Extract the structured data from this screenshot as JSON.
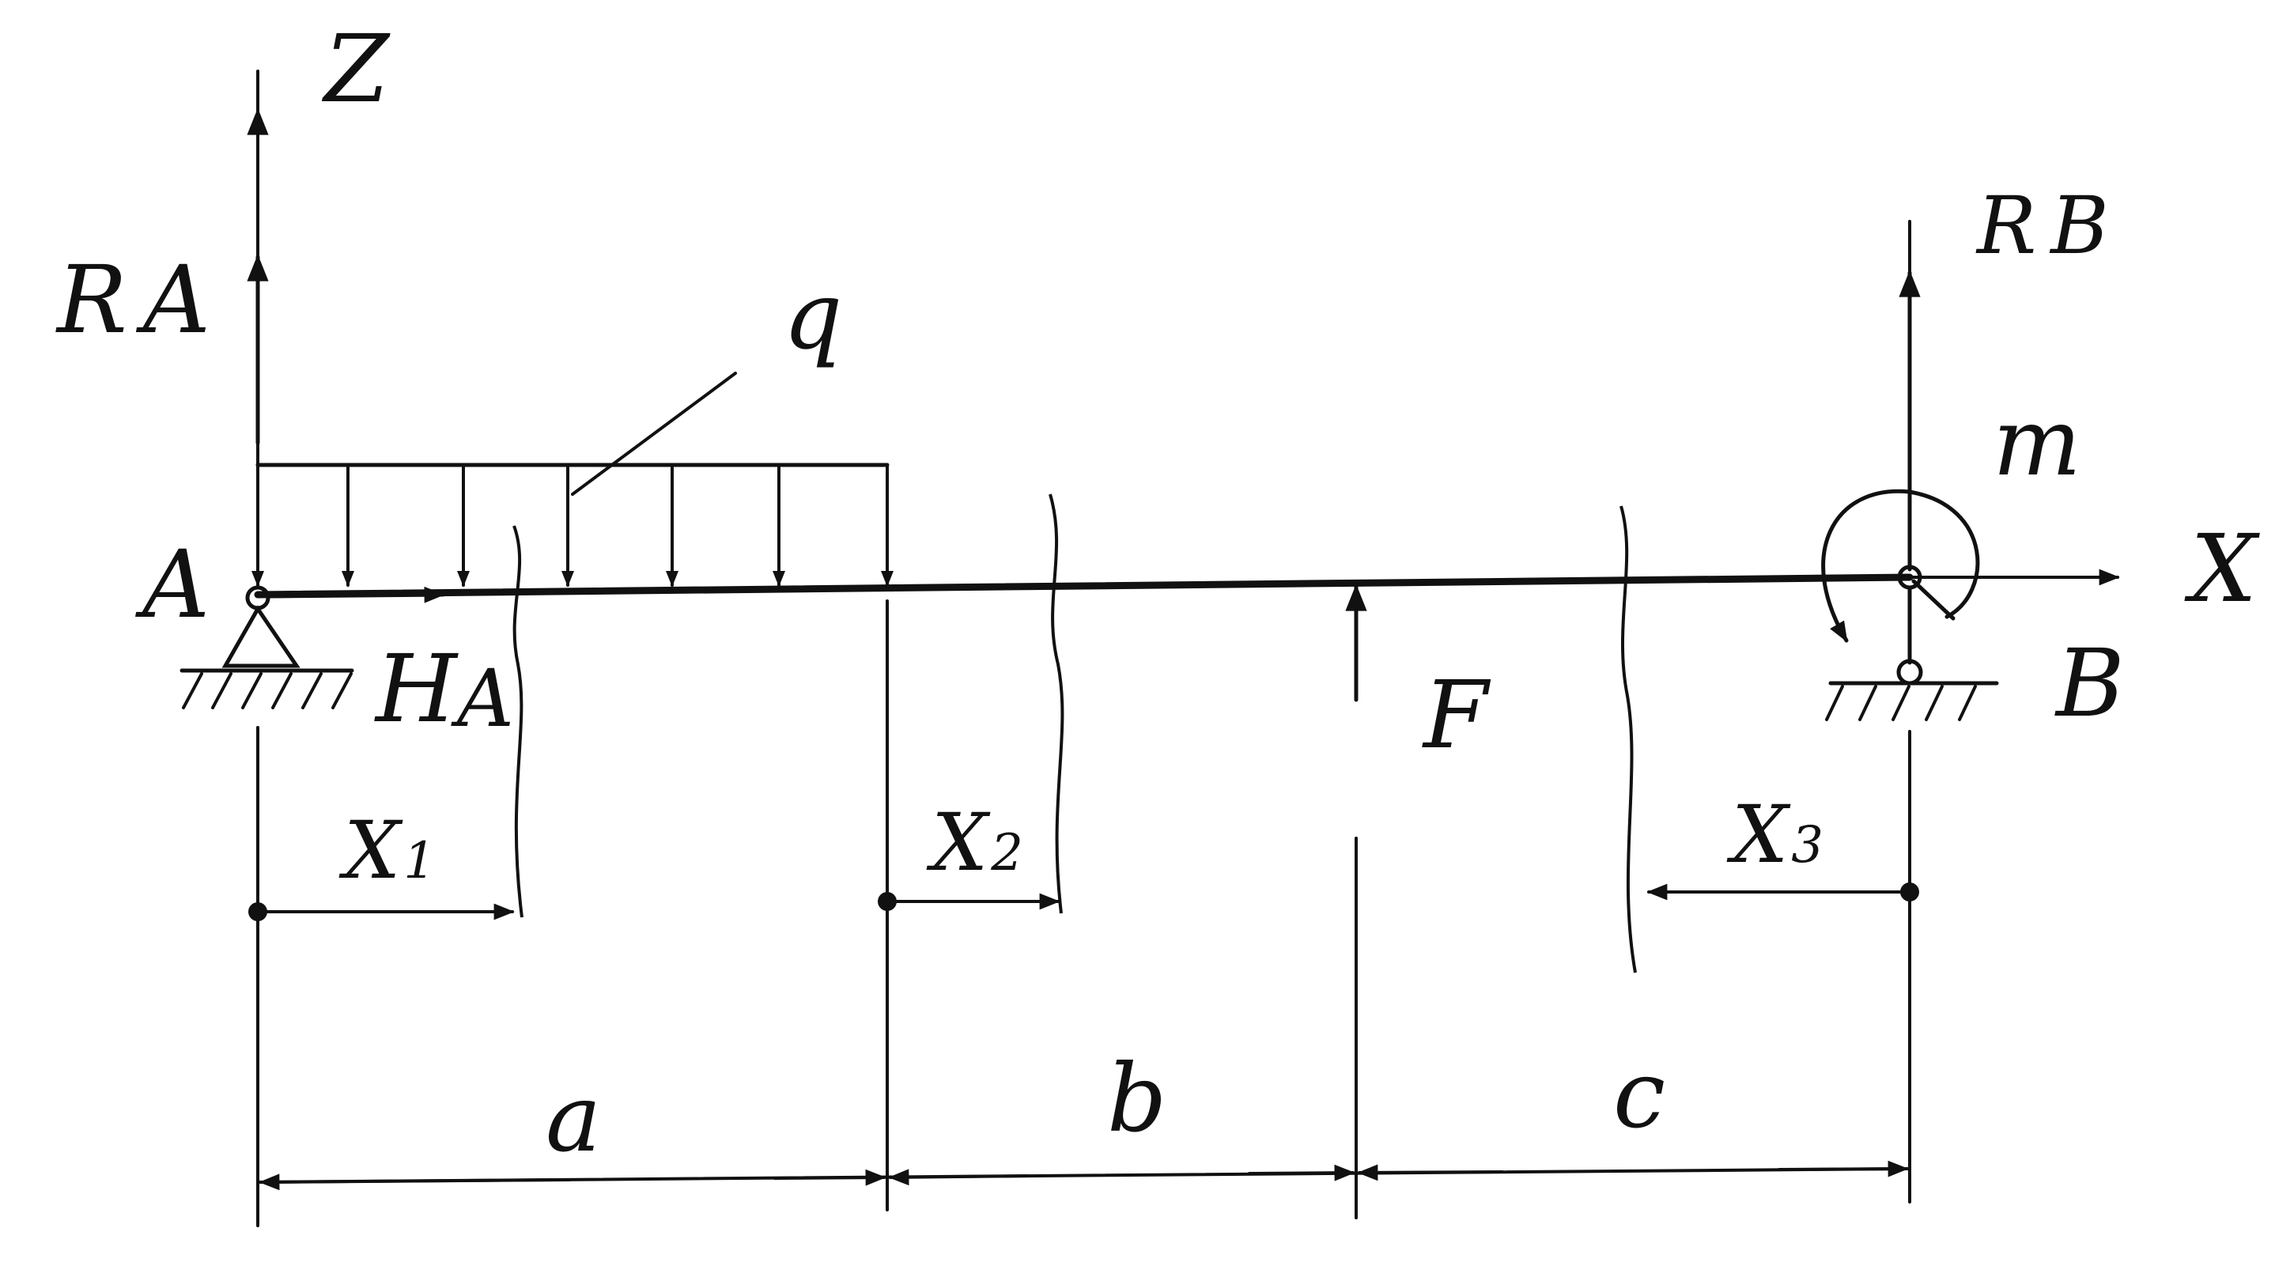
{
  "labels": {
    "z_axis": "Z",
    "x_axis": "X",
    "ra": "R",
    "ra_sub": "A",
    "rb": "R",
    "rb_sub": "B",
    "q": "q",
    "m": "m",
    "point_a": "A",
    "point_b": "B",
    "ha": "H",
    "ha_sub": "A",
    "f": "F",
    "x1": "X",
    "x1_sub": "1",
    "x2": "X",
    "x2_sub": "2",
    "x3": "X",
    "x3_sub": "3",
    "dim_a": "a",
    "dim_b": "b",
    "dim_c": "c"
  }
}
